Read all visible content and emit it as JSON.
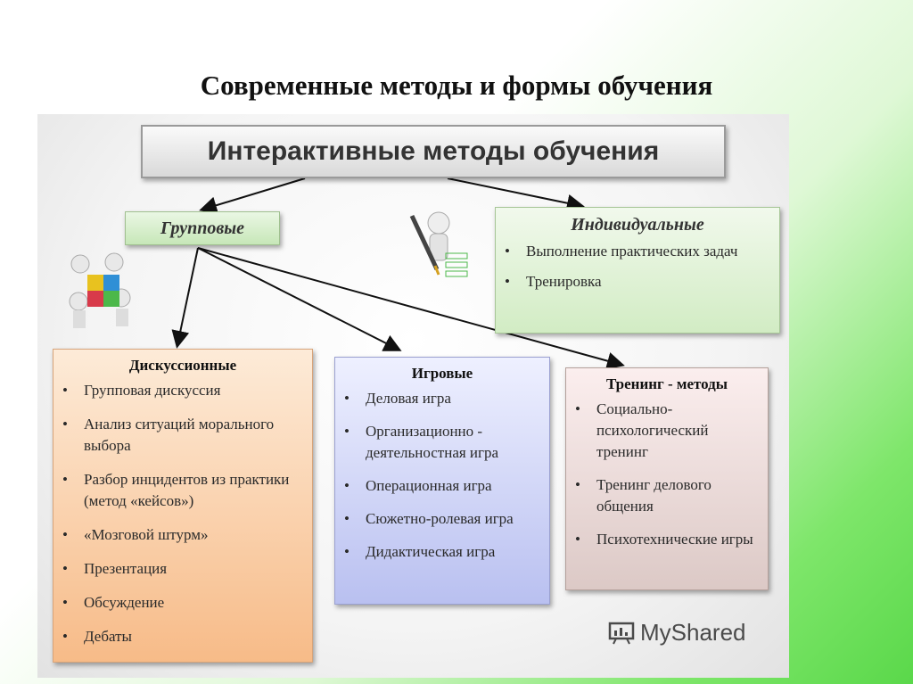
{
  "slide": {
    "title": "Современные методы и формы обучения"
  },
  "diagram": {
    "main": "Интерактивные методы обучения",
    "group": "Групповые",
    "individual": {
      "title": "Индивидуальные",
      "items": [
        "Выполнение практических задач",
        "Тренировка"
      ]
    },
    "discussion": {
      "title": "Дискуссионные",
      "items": [
        "Групповая дискуссия",
        "Анализ ситуаций морального выбора",
        "Разбор инцидентов из практики (метод «кейсов»)",
        "«Мозговой штурм»",
        "Презентация",
        "Обсуждение",
        "Дебаты"
      ]
    },
    "games": {
      "title": "Игровые",
      "items": [
        "Деловая игра",
        "Организационно - деятельностная игра",
        "Операционная игра",
        "Сюжетно-ролевая игра",
        "Дидактическая игра"
      ]
    },
    "training": {
      "title": "Тренинг - методы",
      "items": [
        "Социально-психологический тренинг",
        "Тренинг делового общения",
        "Психотехнические игры"
      ]
    }
  },
  "watermark": {
    "text": "MyShared",
    "icon": "chart-board-icon"
  },
  "colors": {
    "arrow": "#111111",
    "accent_green": "#5ad84a"
  }
}
